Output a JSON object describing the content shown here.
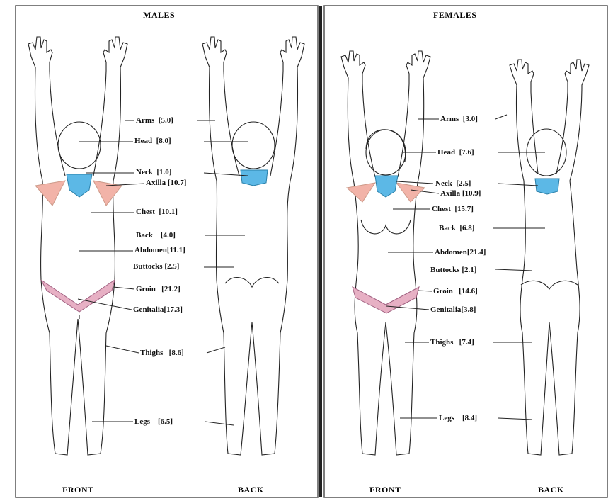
{
  "male": {
    "title": "MALES",
    "front": "FRONT",
    "back": "BACK",
    "labels": [
      {
        "name": "Arms",
        "value": "[5.0]"
      },
      {
        "name": "Head",
        "value": "[8.0]"
      },
      {
        "name": "Neck",
        "value": "[1.0]"
      },
      {
        "name": "Axilla",
        "value": "[10.7]"
      },
      {
        "name": "Chest",
        "value": "[10.1]"
      },
      {
        "name": "Back",
        "value": "[4.0]"
      },
      {
        "name": "Abdomen",
        "value": "[11.1]"
      },
      {
        "name": "Buttocks",
        "value": "[2.5]"
      },
      {
        "name": "Groin",
        "value": "[21.2]"
      },
      {
        "name": "Genitalia",
        "value": "[17.3]"
      },
      {
        "name": "Thighs",
        "value": "[8.6]"
      },
      {
        "name": "Legs",
        "value": "[6.5]"
      }
    ]
  },
  "female": {
    "title": "FEMALES",
    "front": "FRONT",
    "back": "BACK",
    "labels": [
      {
        "name": "Arms",
        "value": "[3.0]"
      },
      {
        "name": "Head",
        "value": "[7.6]"
      },
      {
        "name": "Neck",
        "value": "[2.5]"
      },
      {
        "name": "Axilla",
        "value": "[10.9]"
      },
      {
        "name": "Chest",
        "value": "[15.7]"
      },
      {
        "name": "Back",
        "value": "[6.8]"
      },
      {
        "name": "Abdomen",
        "value": "[21.4]"
      },
      {
        "name": "Buttocks",
        "value": "[2.1]"
      },
      {
        "name": "Groin",
        "value": "[14.6]"
      },
      {
        "name": "Genitalia",
        "value": "[3.8]"
      },
      {
        "name": "Thighs",
        "value": "[7.4]"
      },
      {
        "name": "Legs",
        "value": "[8.4]"
      }
    ]
  },
  "colors": {
    "neck": "#5cb8e6",
    "axilla": "#f2b3a8",
    "groin": "#e7b0c4",
    "line": "#222222",
    "divider": "#333333"
  }
}
